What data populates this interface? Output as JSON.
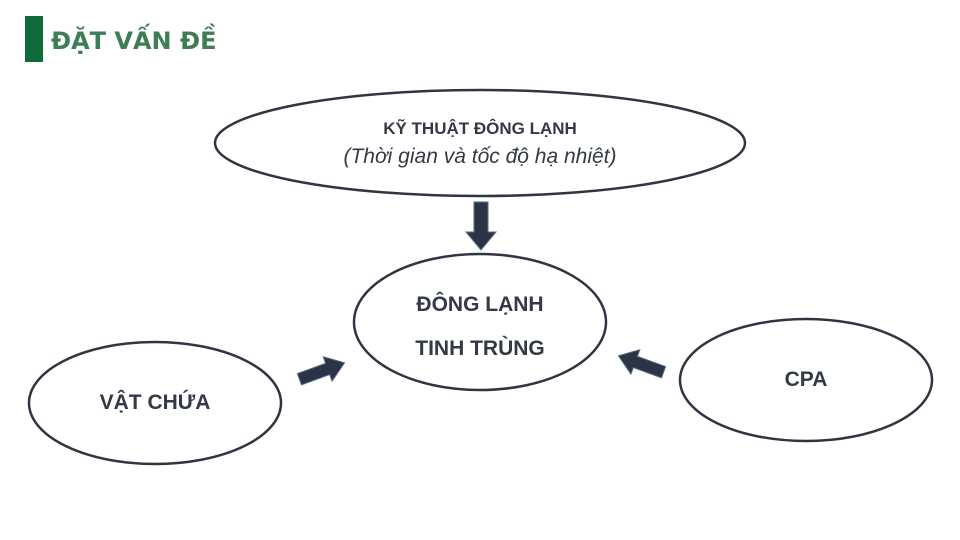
{
  "header": {
    "title": "ĐẶT VẤN ĐỀ",
    "accent_color": "#0f6b3a"
  },
  "diagram": {
    "stroke_color": "#2f3642",
    "arrow_color": "#2a3446",
    "nodes": {
      "technique": {
        "title": "KỸ THUẬT ĐÔNG LẠNH",
        "subtitle": "(Thời gian và tốc độ hạ nhiệt)"
      },
      "center": {
        "line1": "ĐÔNG LẠNH",
        "line2": "TINH TRÙNG"
      },
      "container": {
        "label": "VẬT CHỨA"
      },
      "cpa": {
        "label": "CPA"
      }
    },
    "edges": [
      {
        "from": "technique",
        "to": "center"
      },
      {
        "from": "container",
        "to": "center"
      },
      {
        "from": "cpa",
        "to": "center"
      }
    ]
  }
}
